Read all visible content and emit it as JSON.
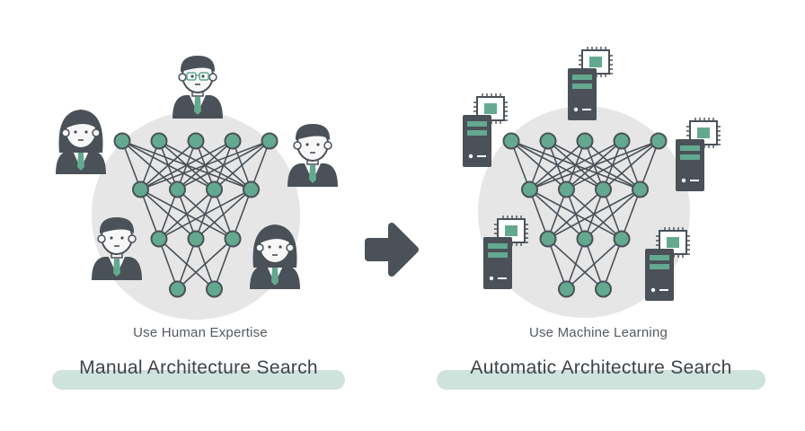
{
  "left": {
    "subtitle": "Use Human Expertise",
    "title": "Manual Architecture Search",
    "agents": "human-expert-icon"
  },
  "arrow": {
    "icon": "arrow-right-icon"
  },
  "right": {
    "subtitle": "Use Machine Learning",
    "title": "Automatic Architecture Search",
    "agents": "computer-server-icon"
  },
  "colors": {
    "node_fill": "#63a98f",
    "edge": "#4a5158",
    "bg_circle": "#e6e6e6",
    "pill": "#cfe3dd",
    "dark": "#4a5158",
    "teal": "#63a98f"
  }
}
